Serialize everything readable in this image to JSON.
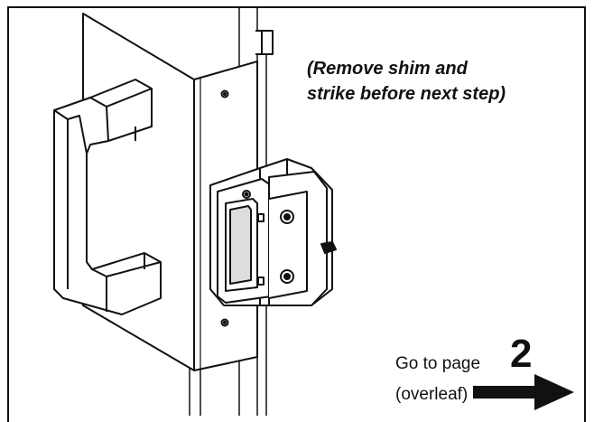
{
  "instruction": {
    "line1": "(Remove shim and",
    "line2": "strike before next step)"
  },
  "navigation": {
    "goto_label": "Go to page",
    "page_number": "2",
    "overleaf_label": "(overleaf)"
  },
  "icons": {
    "arrow": "right-arrow-icon"
  }
}
